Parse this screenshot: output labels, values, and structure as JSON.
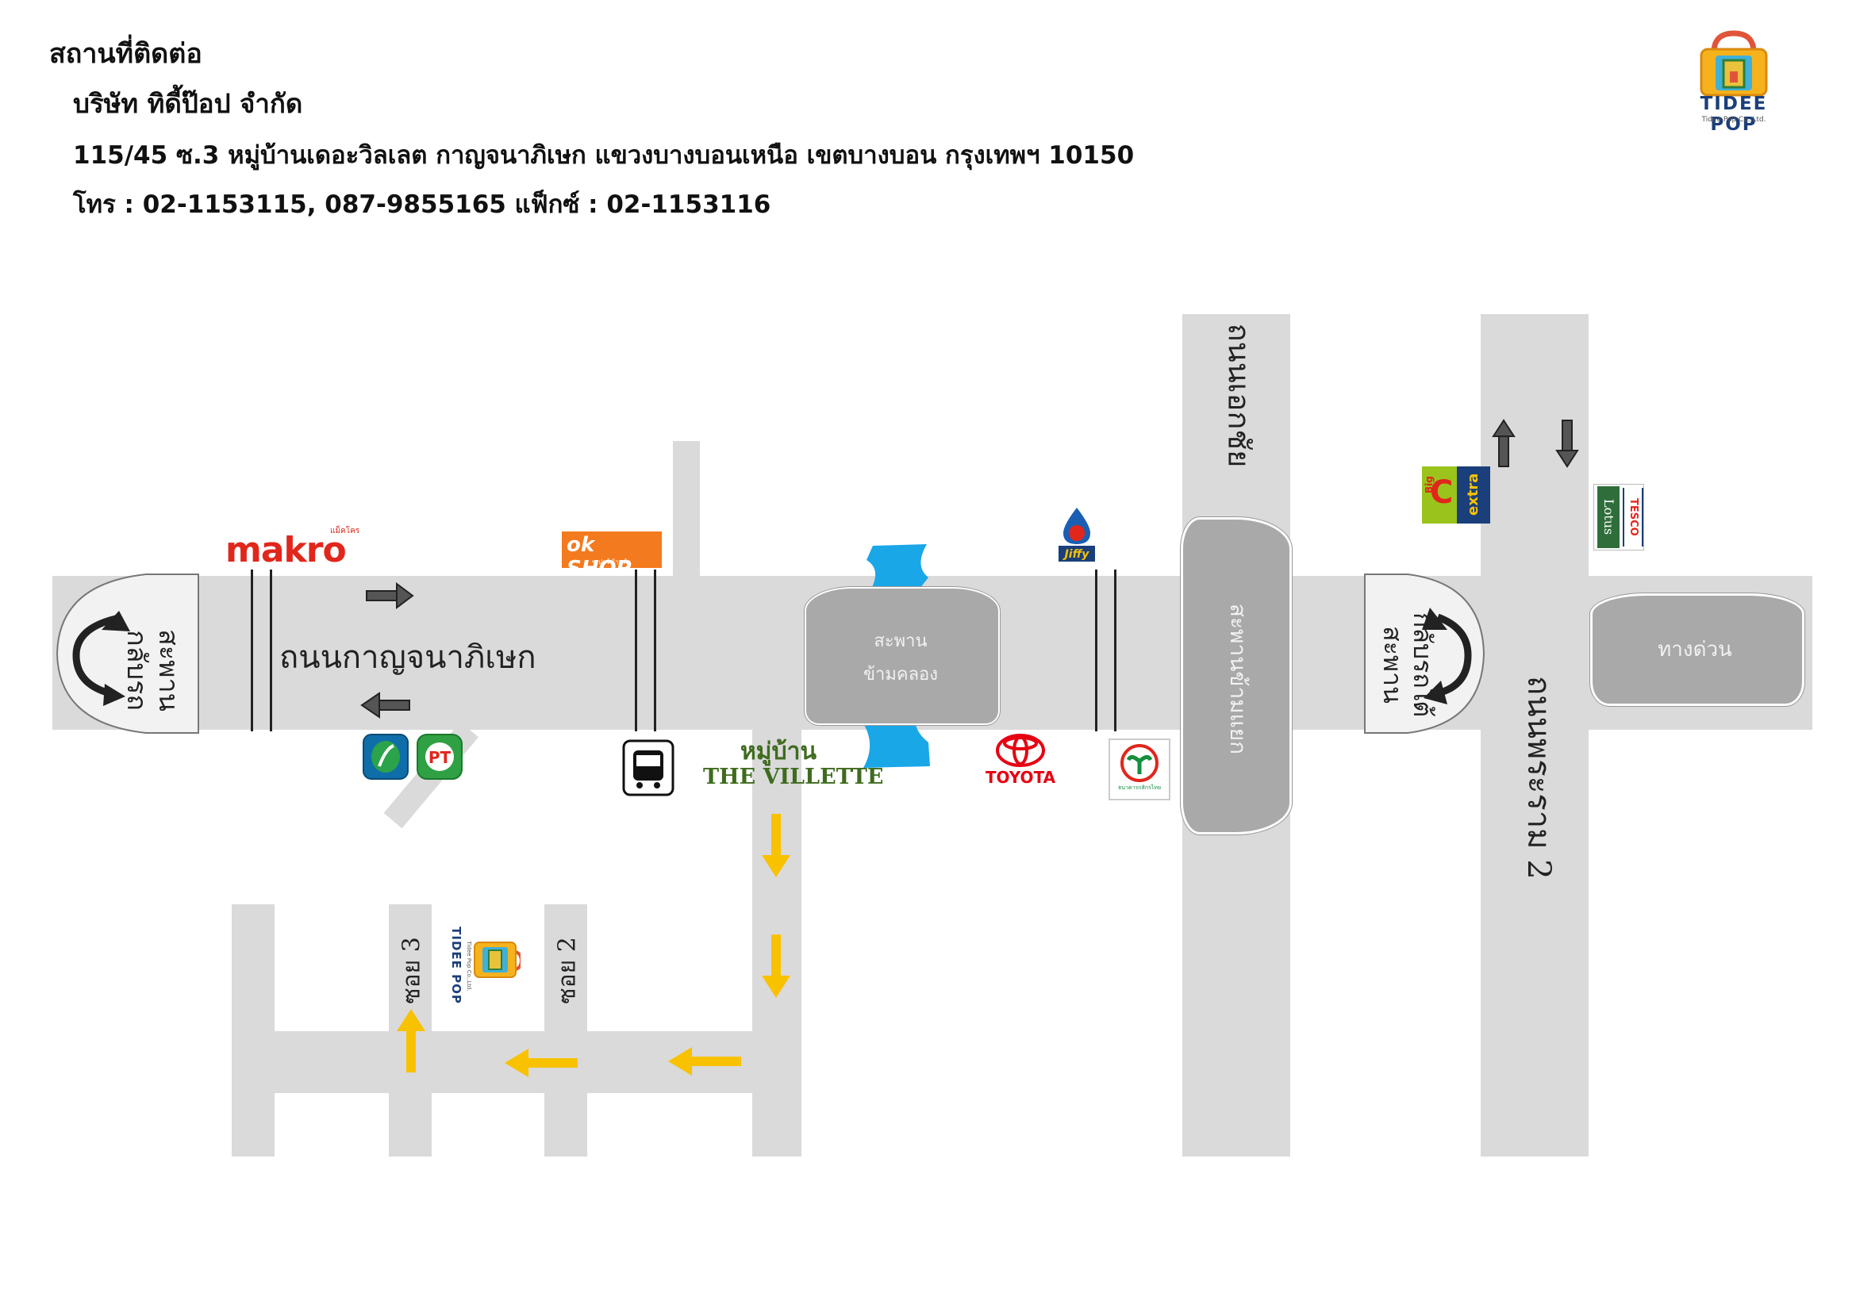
{
  "header": {
    "title": "สถานที่ติดต่อ",
    "company": "บริษัท ทิดี้ป๊อป จำกัด",
    "address": "115/45 ซ.3 หมู่บ้านเดอะวิลเลต กาญจนาภิเษก แขวงบางบอนเหนือ เขตบางบอน กรุงเทพฯ 10150",
    "contact": "โทร : 02-1153115, 087-9855165 แฟ็กซ์ : 02-1153116"
  },
  "logo": {
    "name": "TIDEE POP",
    "sub": "Tidee Pop Co.,Ltd."
  },
  "roads": {
    "main": "ถนนกาญจนาภิเษก",
    "ekachai": "ถนนเอกชัย",
    "rama2": "ถนนพระราม 2",
    "uturn_left": "สะพานกลับรถ",
    "uturn_right": "กลับรถใต้สะพาน",
    "flyover": "สะพานข้ามแยก",
    "canal_bridge_l1": "สะพาน",
    "canal_bridge_l2": "ข้ามคลอง",
    "expressway": "ทางด่วน",
    "soi3": "ซอย 3",
    "soi2": "ซอย 2"
  },
  "landmarks": {
    "makro": "makro",
    "makro_sub": "แม็คโคร",
    "okshop": "ok SHOP",
    "okshop_sub": "ซูเปอร์ ร้านค้า",
    "villette_th": "หมู่บ้าน",
    "villette_en": "THE VILLETTE",
    "toyota": "TOYOTA",
    "jiffy": "Jiffy",
    "bigc_big": "Big",
    "bigc_c": "C",
    "bigc_extra": "extra",
    "tesco": "TESCO",
    "lotus": "Lotus",
    "bank_caption": "ธนาคารกสิกรไทย",
    "pt": "PT"
  },
  "colors": {
    "road": "#dadada",
    "dark_road": "#a9a9a9",
    "arrow_yellow": "#f8c200",
    "water": "#1aa7e8",
    "makro_red": "#e1261c",
    "ok_orange": "#f47a1f",
    "villette_green": "#3f6b1f",
    "toyota_red": "#e60012",
    "kbank_green": "#138f3e",
    "bigc_green": "#9ac31c",
    "lotus_green": "#2f6e3a"
  }
}
